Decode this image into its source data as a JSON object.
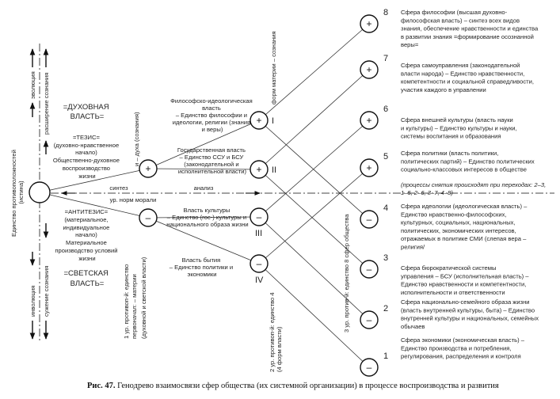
{
  "root": {
    "label_lines": [
      "Единство противоположностей",
      "(истина)"
    ]
  },
  "axis": {
    "evolution": "эволюция",
    "expansion": "расширение сознания",
    "involution": "инволюция",
    "narrowing": "сужение сознания",
    "synthesis": "синтез",
    "morals": "ур. норм морали",
    "analysis": "анализ"
  },
  "thesis": {
    "power_lines": [
      "=ДУХОВНАЯ",
      "ВЛАСТЬ="
    ],
    "lines": [
      "=ТЕЗИС=",
      "(духовно-нравственное",
      "начало)",
      "Общественно-духовное",
      "воспроизводство",
      "жизни"
    ]
  },
  "antithesis": {
    "lines": [
      "=АНТИТЕЗИС=",
      "(материальное,",
      "индивидуальное",
      "начало)",
      "Материальное",
      "производство условий",
      "жизни"
    ],
    "power_lines": [
      "=СВЕТСКАЯ",
      "ВЛАСТЬ="
    ]
  },
  "level1": {
    "plus_symbol": "+",
    "minus_symbol": "–",
    "spirit_label": "и – духа (сознания)",
    "label_lines": [
      "1 ур. противоп-й: единство",
      "первоначал: – материи",
      "(духовной и светской власти)"
    ]
  },
  "level2": {
    "nodes": [
      {
        "roman": "I",
        "symbol": "+",
        "lines": [
          "Философско-идеологическая",
          "власть",
          "– Единство философии и",
          "идеологии, религии (знания",
          "и веры)"
        ]
      },
      {
        "roman": "II",
        "symbol": "+",
        "lines": [
          "Государственная власть",
          "– Единство ССУ и БСУ",
          "(законодательной и",
          "исполнительной власти)"
        ]
      },
      {
        "roman": "III",
        "symbol": "–",
        "lines": [
          "Власть культуры",
          "– Единство (гос-) культуры и",
          "национального образа жизни"
        ]
      },
      {
        "roman": "IV",
        "symbol": "–",
        "lines": [
          "Власть бытия",
          "– Единство политики и",
          "экономики"
        ]
      }
    ],
    "top_label": "форм материи – сознания",
    "bottom_label_lines": [
      "2 ур. противоп-й: единство 4",
      "(4 форм власти)"
    ]
  },
  "level3": {
    "label": "3 ур. против-й: единство 8 сфер общества",
    "spheres": [
      {
        "number": "8",
        "symbol": "+",
        "lines": [
          "Сфера философии (высшая духовно-",
          "философская власть) – синтез всех видов",
          "знания, обеспечение нравственности и единства",
          "в развитии знания =формирование осознанной",
          "веры="
        ]
      },
      {
        "number": "7",
        "symbol": "+",
        "lines": [
          "Сфера самоуправления (законодательной",
          "власти народа) – Единство нравственности,",
          "компетентности и социальной справедливости,",
          "участия каждого в управлении"
        ]
      },
      {
        "number": "6",
        "symbol": "+",
        "lines": [
          "Сфера внешней культуры (власть науки",
          "и культуры) – Единство культуры и науки,",
          "системы воспитания и образования"
        ]
      },
      {
        "number": "5",
        "symbol": "+",
        "lines": [
          "Сфера политики (власть политики,",
          "политических партий) – Единство политических",
          "социально-классовых интересов в обществе"
        ]
      },
      {
        "number": "4",
        "symbol": "–",
        "lines": [
          "Сфера идеологии (идеологическая власть) –",
          "Единство нравственно-философских,",
          "культурных, социальных, национальных,",
          "политических, экономических интересов,",
          "отражаемых в политике СМИ (слепая вера –",
          "религия/"
        ]
      },
      {
        "number": "3",
        "symbol": "–",
        "lines": [
          "Сфера бюрократической системы",
          "управления – БСУ (исполнительная власть) –",
          "Единство нравственности и компетентности,",
          "исполнительности и ответственности"
        ]
      },
      {
        "number": "2",
        "symbol": "–",
        "lines": [
          "Сфера национально-семейного образа жизни",
          "(власть внутренней культуры, быта) – Единство",
          "внутренней культуры и национальных, семейных",
          "обычаев"
        ]
      },
      {
        "number": "1",
        "symbol": "–",
        "lines": [
          "Сфера экономики (экономическая власть) –",
          "Единство производства и потребления,",
          "регулирования, распределения и контроля"
        ]
      }
    ],
    "process_note_lines": [
      "(процессы снятия происходят при переходах: 2–3,",
      "1–5, 2–6, 3–7, 4–8)"
    ]
  },
  "caption": {
    "figure": "Рис. 47.",
    "text": " Генодрево взаимосвязи сфер общества (их системной организации) в процессе воспроизводства и развития"
  }
}
